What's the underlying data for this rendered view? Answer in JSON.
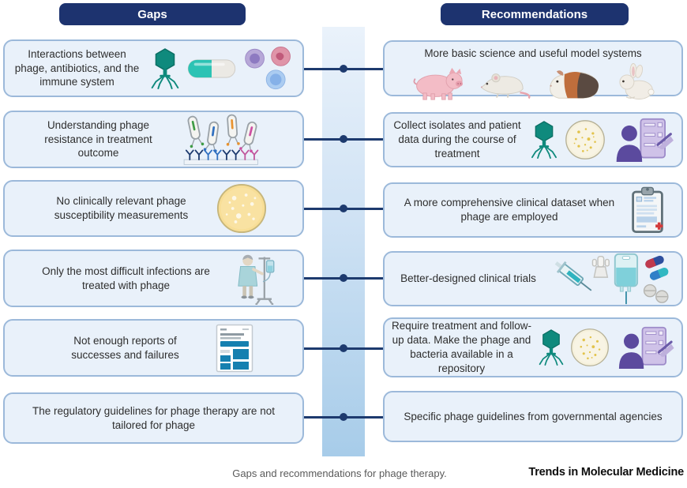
{
  "headers": {
    "gaps": "Gaps",
    "recommendations": "Recommendations"
  },
  "rows": [
    {
      "gap": {
        "text": "Interactions between phage, antibiotics, and the immune system",
        "icons": [
          "phage",
          "capsule-pill",
          "immune-cells"
        ]
      },
      "rec": {
        "text": "More basic science and useful model systems",
        "icons": [
          "pig",
          "rat",
          "guinea-pig",
          "rabbit"
        ]
      }
    },
    {
      "gap": {
        "text": "Understanding phage resistance in treatment outcome",
        "icons": [
          "phage-receptor-binding"
        ]
      },
      "rec": {
        "text": "Collect isolates and patient data during the course of treatment",
        "icons": [
          "phage",
          "petri-dish-colonies",
          "patient-data-form"
        ]
      }
    },
    {
      "gap": {
        "text": "No clinically relevant phage susceptibility measurements",
        "icons": [
          "petri-dish-plaques"
        ]
      },
      "rec": {
        "text": "A more comprehensive clinical dataset when phage are employed",
        "icons": [
          "medical-clipboard"
        ]
      }
    },
    {
      "gap": {
        "text": "Only the most difficult infections are treated with phage",
        "icons": [
          "patient-iv-pole"
        ]
      },
      "rec": {
        "text": "Better-designed clinical trials",
        "icons": [
          "syringe",
          "nebulizer",
          "iv-bag",
          "pills"
        ]
      }
    },
    {
      "gap": {
        "text": "Not enough reports of successes and failures",
        "icons": [
          "report-document"
        ]
      },
      "rec": {
        "text": "Require treatment and follow-up data. Make the phage and bacteria available in a repository",
        "icons": [
          "phage",
          "petri-dish-colonies",
          "patient-data-form"
        ]
      }
    },
    {
      "gap": {
        "text": "The regulatory guidelines for phage therapy are not tailored for phage",
        "icons": []
      },
      "rec": {
        "text": "Specific phage guidelines from governmental agencies",
        "icons": []
      }
    }
  ],
  "caption": "Gaps and recommendations for phage therapy.",
  "journal": "Trends in Molecular Medicine",
  "colors": {
    "navy": "#1d3a6e",
    "header_bg": "#1d336f",
    "box_fill": "#e9f1fa",
    "box_border": "#9cb9da",
    "band_top": "#eaf2fb",
    "band_bottom": "#a7cce9",
    "phage_teal": "#0f8a7d",
    "report_blue": "#1580b0",
    "caption_gray": "#5a5a5a"
  }
}
